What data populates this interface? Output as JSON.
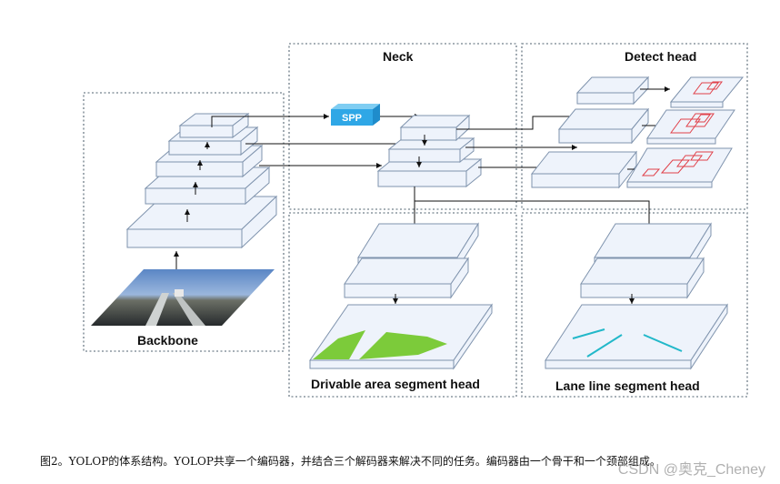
{
  "panels": {
    "backbone": "Backbone",
    "neck": "Neck",
    "detect_head": "Detect head",
    "drivable_head": "Drivable area segment head",
    "lane_head": "Lane line segment head"
  },
  "spp_label": "SPP",
  "caption": "图2。YOLOP的体系结构。YOLOP共享一个编码器，并结合三个解码器来解决不同的任务。编码器由一个骨干和一个颈部组成。",
  "watermark": "CSDN @奥克_Cheney",
  "colors": {
    "frame": "#8a969f",
    "layer_fill": "#eef3fb",
    "layer_stroke": "#7f93ad",
    "spp": "#2fa7e6",
    "box": "#e0414a",
    "drivable": "#7ccb3a",
    "lane": "#22b8c9"
  }
}
